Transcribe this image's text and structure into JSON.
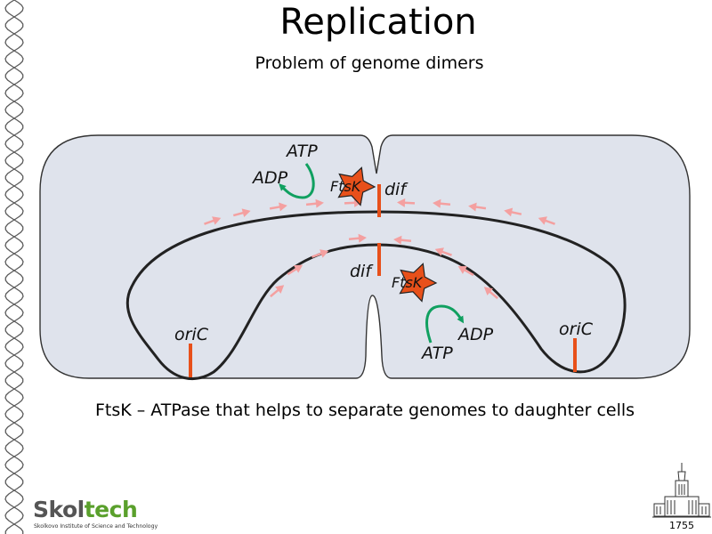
{
  "slide": {
    "title": "Replication",
    "subtitle": "Problem of genome dimers",
    "caption": "FtsK – ATPase that helps to separate genomes to daughter cells"
  },
  "diagram": {
    "labels": {
      "atp_top": "ATP",
      "adp_top": "ADP",
      "ftsk_top": "FtsK",
      "dif_top": "dif",
      "dif_bottom": "dif",
      "ftsk_bottom": "FtsK",
      "adp_bottom": "ADP",
      "atp_bottom": "ATP",
      "oric_left": "oriC",
      "oric_right": "oriC"
    },
    "colors": {
      "cell_fill": "#dfe3ec",
      "dna": "#222222",
      "site_marker": "#e8501a",
      "ftsk_star": "#e8501a",
      "reaction_arrow": "#10a060",
      "direction_arrow": "#f4a0a0"
    }
  },
  "logo": {
    "word_a": "Skol",
    "word_b": "tech",
    "tagline": "Skolkovo Institute of Science and Technology"
  },
  "footer": {
    "year": "1755"
  }
}
